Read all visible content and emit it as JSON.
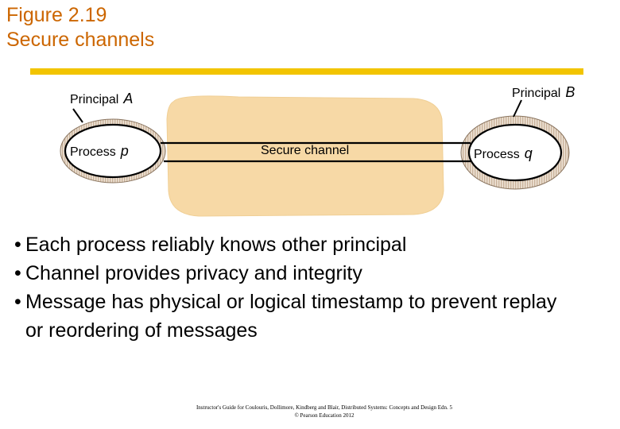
{
  "figure": {
    "title_line1": "Figure 2.19",
    "title_line2": "Secure channels"
  },
  "diagram": {
    "principal_a": {
      "label": "Principal",
      "var": "A"
    },
    "principal_b": {
      "label": "Principal",
      "var": "B"
    },
    "process_p": {
      "label": "Process",
      "var": "p"
    },
    "process_q": {
      "label": "Process",
      "var": "q"
    },
    "channel_label": "Secure channel"
  },
  "bullets": [
    "Each process reliably knows other principal",
    "Channel provides privacy and integrity",
    "Message has physical or logical timestamp to prevent replay or reordering of messages"
  ],
  "footer": {
    "line1": "Instructor's Guide for Coulouris, Dollimore, Kindberg and Blair, Distributed Systems: Concepts and Design Edn. 5",
    "line2": "© Pearson Education 2012"
  },
  "colors": {
    "title": "#cc6600",
    "bar": "#f2c400",
    "cloud": "#f7d9a6",
    "ring": "#d7c4b0"
  }
}
